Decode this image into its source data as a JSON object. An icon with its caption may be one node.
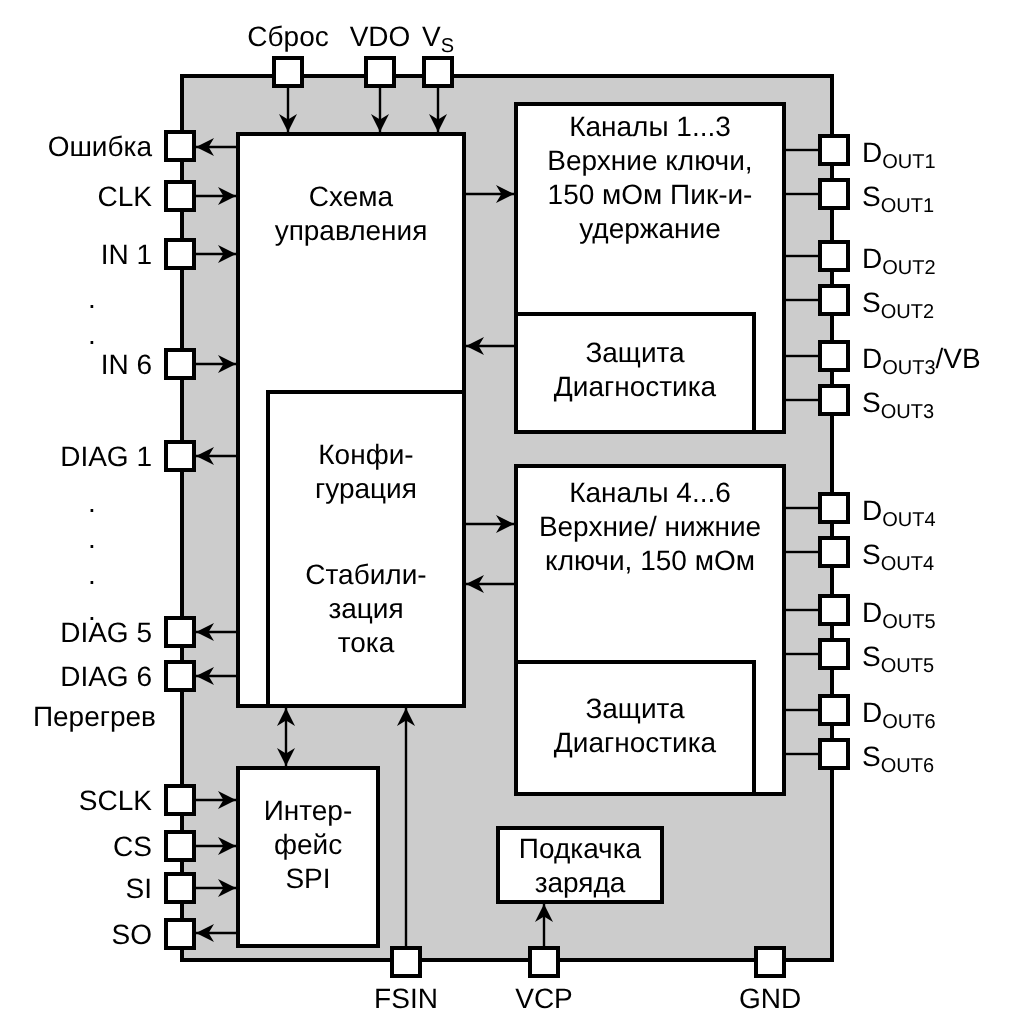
{
  "diagram": {
    "nodes": [
      {
        "text": [],
        "shape": "box"
      },
      {
        "text": [
          "Сброс"
        ]
      },
      {
        "text": [
          "VDO"
        ]
      },
      {
        "text": [
          "V$_{S}$"
        ]
      },
      {
        "text": [
          "Ошибка"
        ]
      },
      {
        "text": [
          "CLK"
        ]
      },
      {
        "text": [
          "IN 1"
        ]
      },
      {
        "text": [
          "IN 6"
        ]
      },
      {
        "text": [
          "DIAG 1"
        ]
      },
      {
        "text": [
          "DIAG 5"
        ]
      },
      {
        "text": [
          "DIAG 6"
        ],
        "beside": [
          "Перегрев"
        ]
      },
      {
        "text": [
          "SCLK"
        ]
      },
      {
        "text": [
          "CS"
        ]
      },
      {
        "text": [
          "SI"
        ]
      },
      {
        "text": [
          "SO"
        ]
      },
      {
        "text": [
          "FSIN"
        ]
      },
      {
        "text": [
          "VCP"
        ]
      },
      {
        "text": [
          "GND"
        ]
      },
      {
        "text": [
          "D$_{OUT1}$"
        ]
      },
      {
        "text": [
          "S$_{OUT1}$"
        ]
      },
      {
        "text": [
          "D$_{OUT2}$"
        ]
      },
      {
        "text": [
          "S$_{OUT2}$"
        ]
      },
      {
        "text": [
          "D$_{OUT3}$/VB"
        ]
      },
      {
        "text": [
          "S$_{OUT3}$"
        ]
      },
      {
        "text": [
          "D$_{OUT4}$"
        ]
      },
      {
        "text": [
          "S$_{OUT4}$"
        ]
      },
      {
        "text": [
          "D$_{OUT5}$"
        ]
      },
      {
        "text": [
          "S$_{OUT5}$"
        ]
      },
      {
        "text": [
          "D$_{OUT6}$"
        ]
      },
      {
        "text": [
          "S$_{OUT6}$"
        ]
      },
      {
        "text": [
          "Схема управления"
        ],
        "in": 0
      },
      {
        "text": [
          "Конфи- гурация",
          "Стабили- зация тока"
        ],
        "in": 30
      },
      {
        "text": [
          "Каналы 1...3 Верхние ключи, 150 мОм Пик-и- удержание"
        ],
        "in": 0
      },
      {
        "text": [
          "Защита Диагностика"
        ],
        "in": 32
      },
      {
        "text": [
          "Каналы 4...6 Верхние/ нижние ключи, 150 мОм"
        ],
        "in": 0
      },
      {
        "text": [
          "Защита Диагностика"
        ],
        "in": 34
      },
      {
        "text": [
          "Интер- фейс SPI"
        ],
        "in": 0
      },
      {
        "text": [
          "Подкачка заряда"
        ],
        "in": 0
      }
    ],
    "edges": [
      {
        "from": 1,
        "to": 30,
        "arrow": "to"
      },
      {
        "from": 2,
        "to": 30,
        "arrow": "to"
      },
      {
        "from": 3,
        "to": 30,
        "arrow": "to"
      },
      {
        "from": 30,
        "to": 4,
        "arrow": "to"
      },
      {
        "from": 5,
        "to": 30,
        "arrow": "to"
      },
      {
        "from": 6,
        "to": 30,
        "arrow": "to"
      },
      {
        "from": 7,
        "to": 30,
        "arrow": "to"
      },
      {
        "from": 30,
        "to": 8,
        "arrow": "to"
      },
      {
        "from": 30,
        "to": 9,
        "arrow": "to"
      },
      {
        "from": 30,
        "to": 10,
        "arrow": "to"
      },
      {
        "from": 11,
        "to": 36,
        "arrow": "to"
      },
      {
        "from": 12,
        "to": 36,
        "arrow": "to"
      },
      {
        "from": 13,
        "to": 36,
        "arrow": "to"
      },
      {
        "from": 36,
        "to": 14,
        "arrow": "to"
      },
      {
        "from": 31,
        "to": 36,
        "arrow": "both"
      },
      {
        "from": 15,
        "to": 31,
        "arrow": "to"
      },
      {
        "from": 16,
        "to": 37,
        "arrow": "to"
      },
      {
        "from": 30,
        "to": 32,
        "arrow": "to"
      },
      {
        "from": 33,
        "to": 30,
        "arrow": "to"
      },
      {
        "from": 31,
        "to": 34,
        "arrow": "to"
      },
      {
        "from": 34,
        "to": 31,
        "arrow": "to"
      },
      {
        "from": 32,
        "to": 18,
        "arrow": "none"
      },
      {
        "from": 32,
        "to": 19,
        "arrow": "none"
      },
      {
        "from": 32,
        "to": 20,
        "arrow": "none"
      },
      {
        "from": 32,
        "to": 21,
        "arrow": "none"
      },
      {
        "from": 32,
        "to": 22,
        "arrow": "none"
      },
      {
        "from": 32,
        "to": 23,
        "arrow": "none"
      },
      {
        "from": 34,
        "to": 24,
        "arrow": "none"
      },
      {
        "from": 34,
        "to": 25,
        "arrow": "none"
      },
      {
        "from": 34,
        "to": 26,
        "arrow": "none"
      },
      {
        "from": 34,
        "to": 27,
        "arrow": "none"
      },
      {
        "from": 34,
        "to": 28,
        "arrow": "none"
      },
      {
        "from": 34,
        "to": 29,
        "arrow": "none"
      }
    ],
    "labels": [
      ".",
      ".",
      ".",
      ".",
      ".",
      "."
    ]
  }
}
